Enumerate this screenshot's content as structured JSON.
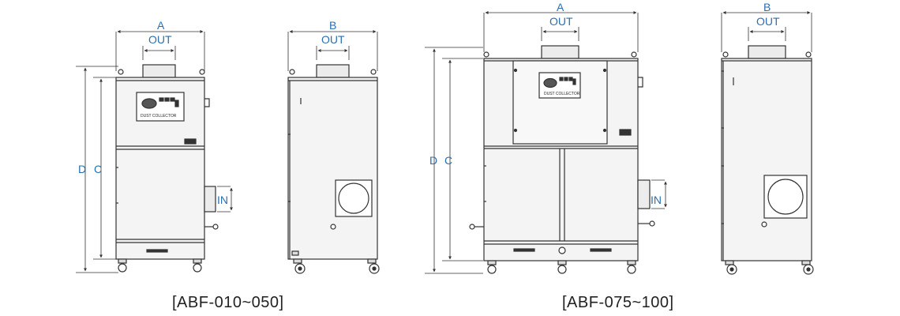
{
  "dimensions": {
    "a": "A",
    "b": "B",
    "c": "C",
    "d": "D",
    "out": "OUT",
    "in": "IN"
  },
  "panel_label": "DUST COLLECTOR",
  "captions": {
    "small_model": "[ABF-010~050]",
    "large_model": "[ABF-075~100]"
  },
  "colors": {
    "dimension": "#2b6fb0",
    "line": "#333333",
    "body_fill": "#f2f2f2"
  }
}
